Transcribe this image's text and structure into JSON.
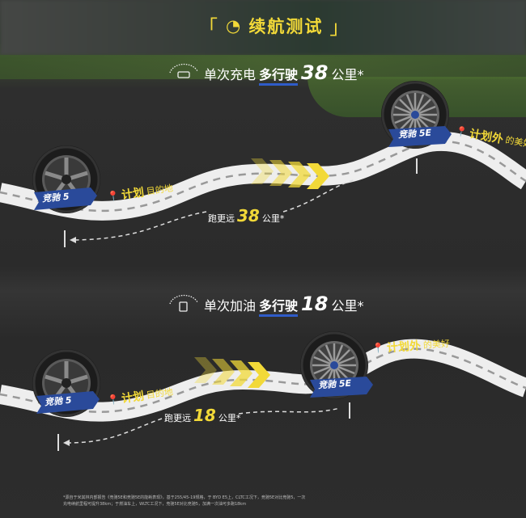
{
  "title": "续航测试",
  "colors": {
    "accent": "#f2d938",
    "badge": "#2a4a9a",
    "road": "#f0f0f0"
  },
  "section1": {
    "prefix": "单次充电",
    "highlight": "多行驶",
    "value": "38",
    "unit": "公里*",
    "icon": "battery-gauge-icon",
    "start_tire": "竞驰 5",
    "end_tire": "竞驰 5E",
    "start_label_bold": "计划",
    "start_label_rest": "目的地",
    "end_label_bold": "计划外",
    "end_label_rest": "的美好",
    "dist_prefix": "跑更远",
    "dist_value": "38",
    "dist_unit": "公里*"
  },
  "section2": {
    "prefix": "单次加油",
    "highlight": "多行驶",
    "value": "18",
    "unit": "公里*",
    "icon": "fuel-gauge-icon",
    "start_tire": "竞驰 5",
    "end_tire": "竞驰 5E",
    "start_label_bold": "计划",
    "start_label_rest": "目的地",
    "end_label_bold": "计划外",
    "end_label_rest": "的美好",
    "dist_prefix": "跑更远",
    "dist_value": "18",
    "dist_unit": "公里*"
  },
  "footnote": "*源自于米其林内部报告《竞驰5E和竞驰5E的能耗表现》，基于255/45-19规格，于 BYD E5上，CLTC工况下，竞驰5E对比竞驰5，一次充电续航里程可提升38km；于燃油车上，WLTC工况下，竞驰5E对比竞驰5，加满一次油可多跑18km"
}
